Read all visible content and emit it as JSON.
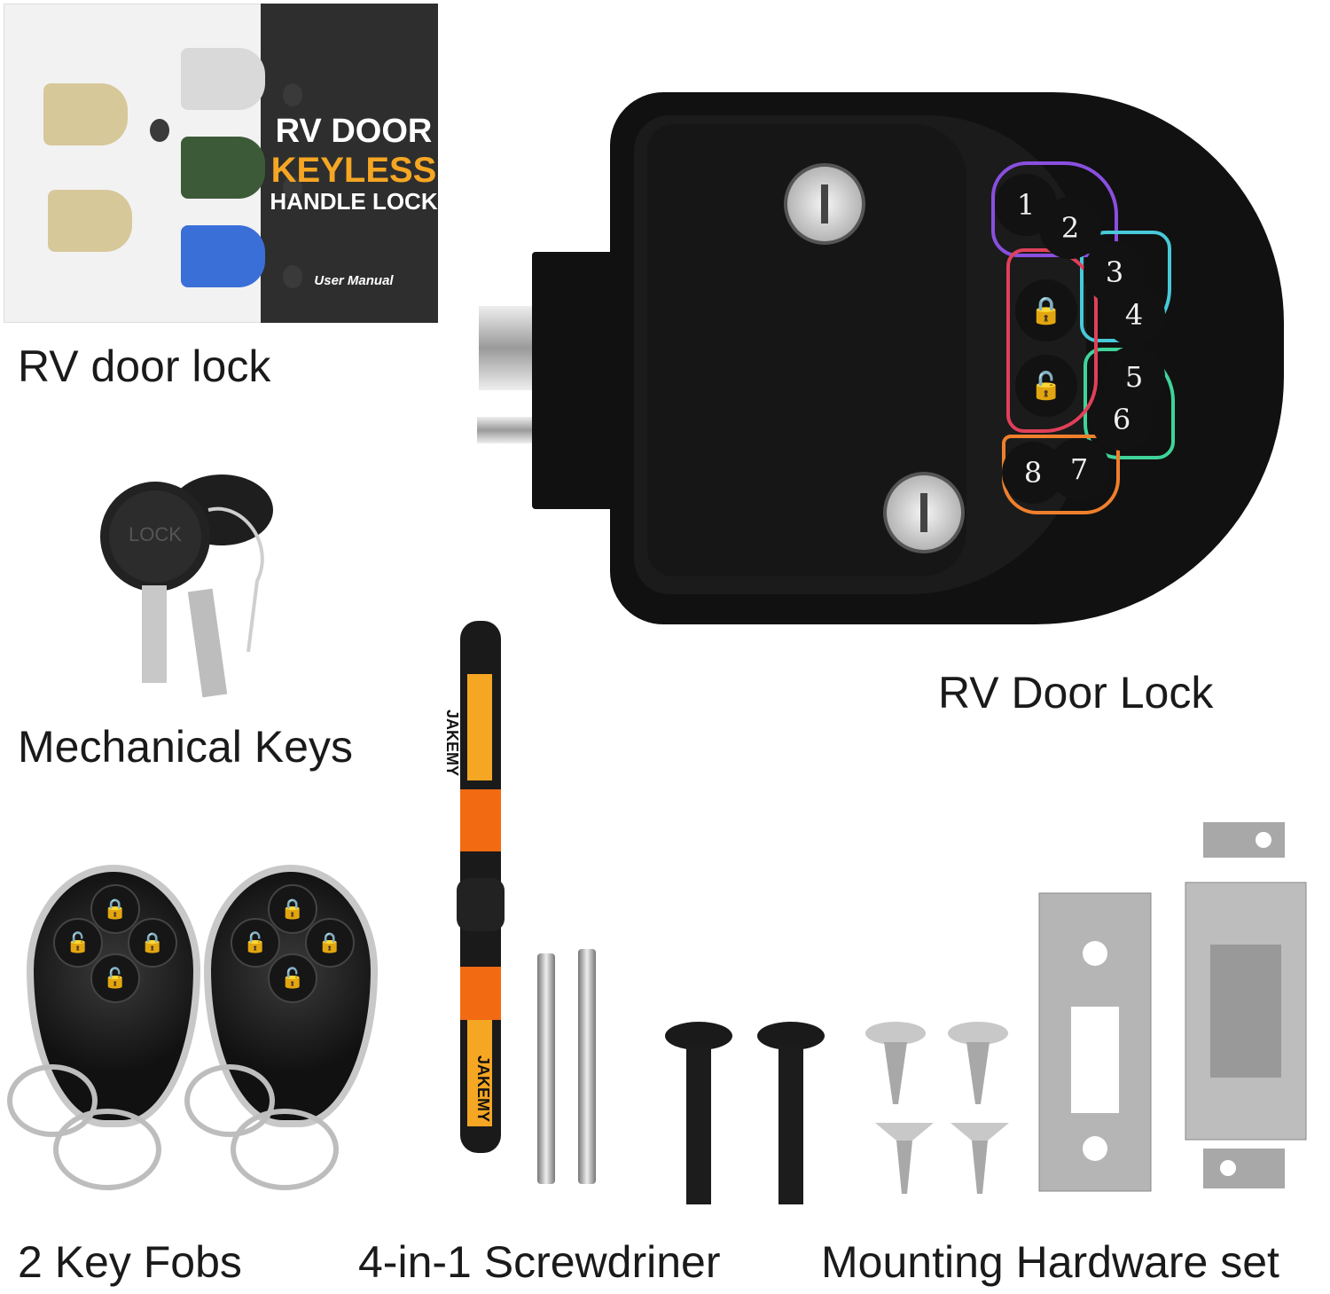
{
  "captions": {
    "manual": "RV door lock",
    "lock": "RV Door Lock",
    "keys": "Mechanical Keys",
    "fobs": "2 Key Fobs",
    "screwdriver": "4-in-1 Screwdriner",
    "hardware": "Mounting Hardware set"
  },
  "manual": {
    "title_line1": "RV  DOOR",
    "title_line2": "KEYLESS",
    "title_line3": "HANDLE LOCK",
    "subtitle": "User Manual"
  },
  "keypad": {
    "digits": [
      "1",
      "2",
      "3",
      "4",
      "5",
      "6",
      "8",
      "7"
    ],
    "lock_symbol": "🔒",
    "unlock_symbol": "🔓"
  },
  "key_tag": "LOCK",
  "screwdriver_brand": "JAKEMY",
  "colors": {
    "purple": "#8a4fe0",
    "red": "#e0405a",
    "cyan": "#47c9d8",
    "green": "#3fd39a",
    "orange": "#f07f2c",
    "screwdriver_orange": "#f26a12"
  }
}
